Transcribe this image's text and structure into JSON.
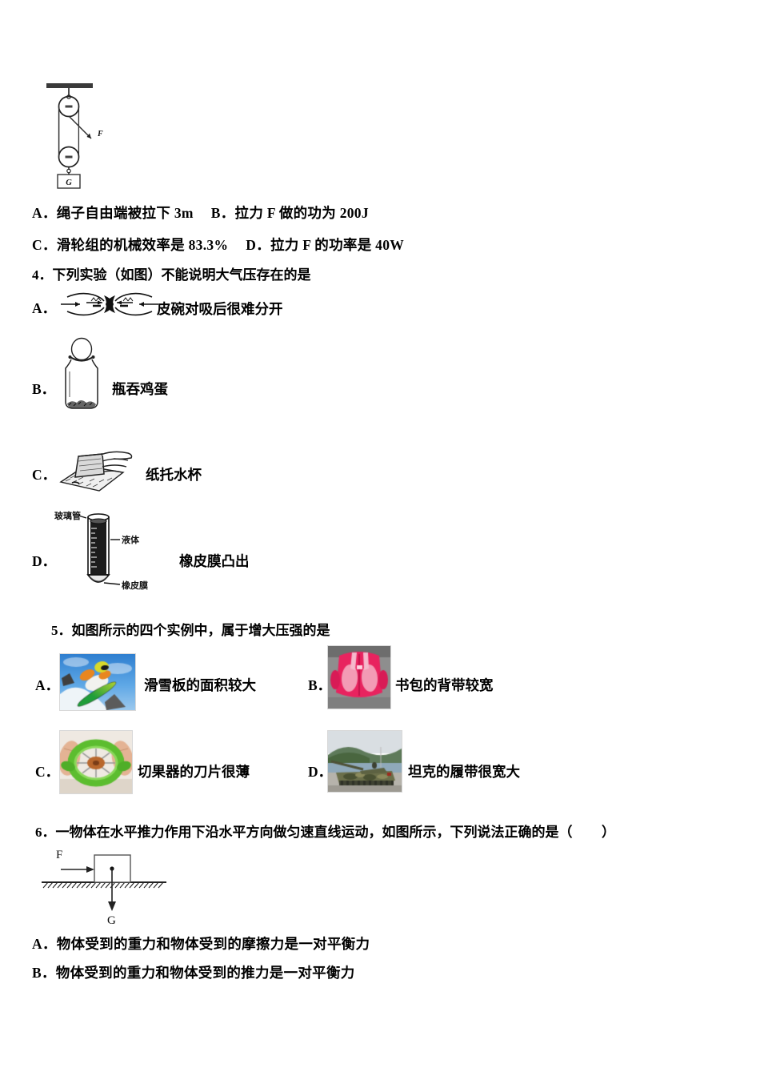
{
  "document": {
    "type": "physics-exam-page",
    "language": "zh-CN"
  },
  "question3": {
    "figure": {
      "name": "pulley-system-diagram",
      "labels": {
        "force": "F",
        "weight": "G"
      }
    },
    "options_row1": {
      "a_letter": "A．",
      "a_text": "绳子自由端被拉下 3m",
      "b_letter": "B．",
      "b_text": "拉力 F 做的功为 200J"
    },
    "options_row2": {
      "c_letter": "C．",
      "c_text": "滑轮组的机械效率是 83.3%",
      "d_letter": "D．",
      "d_text": "拉力 F 的功率是 40W"
    }
  },
  "question4": {
    "stem": "4．下列实验（如图）不能说明大气压存在的是",
    "options": [
      {
        "letter": "A．",
        "caption": "皮碗对吸后很难分开",
        "figure": "suction-cups-figure"
      },
      {
        "letter": "B．",
        "caption": "瓶吞鸡蛋",
        "figure": "bottle-swallowing-egg-figure"
      },
      {
        "letter": "C．",
        "caption": "纸托水杯",
        "figure": "paper-supporting-cup-figure"
      },
      {
        "letter": "D．",
        "caption": "橡皮膜凸出",
        "figure": "tube-rubber-membrane-figure"
      }
    ],
    "figure_d_labels": {
      "tube": "玻璃管",
      "liquid": "液体",
      "membrane": "橡皮膜"
    }
  },
  "question5": {
    "stem": "5．如图所示的四个实例中，属于增大压强的是",
    "options": [
      {
        "letter": "A．",
        "caption": "滑雪板的面积较大",
        "photo": "snowboarder-photo"
      },
      {
        "letter": "B．",
        "caption": "书包的背带较宽",
        "photo": "pink-backpack-photo"
      },
      {
        "letter": "C．",
        "caption": "切果器的刀片很薄",
        "photo": "apple-slicer-photo"
      },
      {
        "letter": "D．",
        "caption": "坦克的履带很宽大",
        "photo": "tank-photo"
      }
    ]
  },
  "question6": {
    "stem": "6．一物体在水平推力作用下沿水平方向做匀速直线运动，如图所示，下列说法正确的是（",
    "stem_close": "）",
    "figure": {
      "name": "block-on-ground-diagram",
      "labels": {
        "force": "F",
        "weight": "G"
      }
    },
    "options": [
      {
        "letter": "A．",
        "text": "物体受到的重力和物体受到的摩擦力是一对平衡力"
      },
      {
        "letter": "B．",
        "text": "物体受到的重力和物体受到的推力是一对平衡力"
      }
    ]
  },
  "colors": {
    "text": "#000000",
    "page_background": "#ffffff",
    "photo_border": "#d8d8d8"
  }
}
